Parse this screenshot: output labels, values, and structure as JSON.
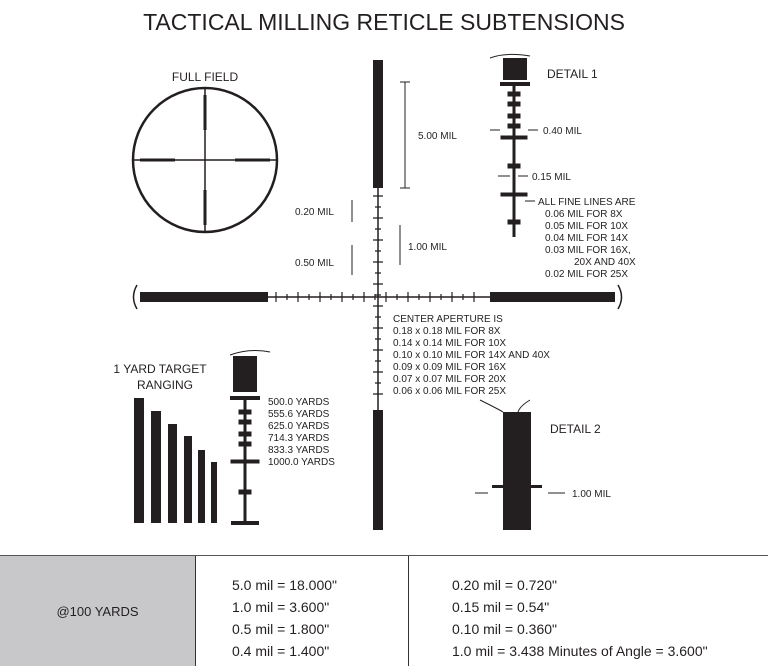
{
  "title": "TACTICAL MILLING RETICLE SUBTENSIONS",
  "full_field": "FULL FIELD",
  "detail1": {
    "label": "DETAIL 1",
    "w040": "0.40 MIL",
    "w015": "0.15 MIL",
    "fine": [
      "ALL FINE LINES ARE",
      "0.06 MIL FOR 8X",
      "0.05 MIL FOR 10X",
      "0.04 MIL FOR 14X",
      "0.03 MIL FOR 16X,",
      "20X AND 40X",
      "0.02 MIL FOR 25X"
    ]
  },
  "main": {
    "m500": "5.00 MIL",
    "m020": "0.20 MIL",
    "m050": "0.50 MIL",
    "m100": "1.00 MIL",
    "aperture": [
      "CENTER APERTURE IS",
      "0.18 x 0.18 MIL FOR 8X",
      "0.14 x 0.14 MIL FOR 10X",
      "0.10 x 0.10 MIL FOR 14X AND 40X",
      "0.09 x 0.09 MIL FOR 16X",
      "0.07 x 0.07 MIL FOR 20X",
      "0.06 x 0.06 MIL FOR 25X"
    ]
  },
  "ranging": {
    "label1": "1 YARD TARGET",
    "label2": "RANGING",
    "yards": [
      "500.0 YARDS",
      "555.6 YARDS",
      "625.0 YARDS",
      "714.3 YARDS",
      "833.3 YARDS",
      "1000.0 YARDS"
    ]
  },
  "detail2": {
    "label": "DETAIL 2",
    "m100": "1.00 MIL"
  },
  "table": {
    "header": "@100 YARDS",
    "col1": [
      "5.0 mil = 18.000\"",
      "1.0 mil = 3.600\"",
      "0.5 mil = 1.800\"",
      "0.4 mil = 1.400\""
    ],
    "col2": [
      "0.20 mil = 0.720\"",
      "0.15 mil = 0.54\"",
      "0.10 mil = 0.360\"",
      "1.0 mil = 3.438 Minutes of Angle = 3.600\""
    ]
  }
}
